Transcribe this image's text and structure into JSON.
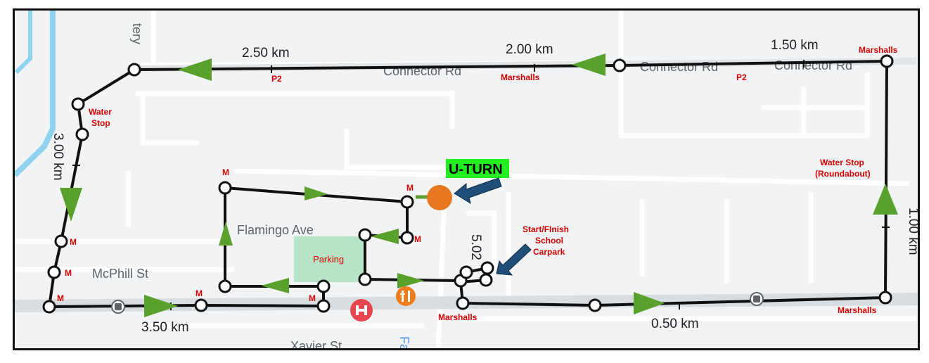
{
  "streets": {
    "connector_rd": "Connector Rd",
    "flamingo_ave": "Flamingo Ave",
    "mcphill_st": "McPhill St",
    "xavier_st": "Xavier St",
    "cemetery_partial": "tery",
    "fa_partial": "Fa"
  },
  "distances": {
    "km_0_50": "0.50 km",
    "km_1_00": "1.00 km",
    "km_1_50": "1.50 km",
    "km_2_00": "2.00 km",
    "km_2_50": "2.50 km",
    "km_3_00": "3.00 km",
    "km_3_50": "3.50 km",
    "km_5_02": "5.02"
  },
  "labels": {
    "u_turn": "U-TURN",
    "parking": "Parking",
    "start_finish_1": "Start/FInish",
    "start_finish_2": "School",
    "start_finish_3": "Carpark",
    "water_stop_roundabout_1": "Water Stop",
    "water_stop_roundabout_2": "(Roundabout)",
    "water_stop_west_1": "Water",
    "water_stop_west_2": "Stop",
    "marshalls": "Marshalls",
    "p2": "P2",
    "m": "M"
  },
  "colors": {
    "route": "#111111",
    "direction_arrow": "#5aa02c",
    "marshal_text": "#d40000",
    "uturn_circle": "#e87722",
    "uturn_badge": "#22ee22",
    "pointer_arrow": "#1f4e79",
    "parking_area": "#b7e4c7",
    "water": "#8fd3ee",
    "road": "#d8dde2"
  },
  "icons": [
    "bus-stop-icon",
    "hospital-icon",
    "restaurant-icon"
  ]
}
